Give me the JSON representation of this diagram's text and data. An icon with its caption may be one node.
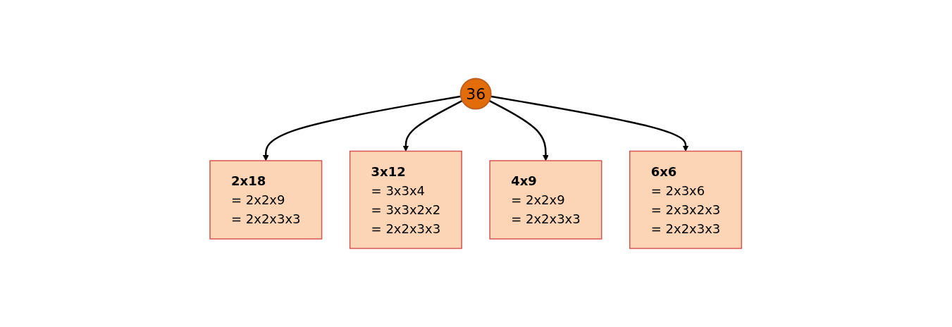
{
  "diagram": {
    "nodes": [
      {
        "text": [
          "36"
        ]
      },
      {
        "text": [
          "2x18",
          "= 2x2x9",
          "= 2x2x3x3"
        ]
      },
      {
        "text": [
          "3x12",
          "= 3x3x4",
          "= 3x3x2x2",
          "= 2x2x3x3"
        ]
      },
      {
        "text": [
          "4x9",
          "= 2x2x9",
          "= 2x2x3x3"
        ]
      },
      {
        "text": [
          "6x6",
          "= 2x3x6",
          "= 2x3x2x3",
          "= 2x2x3x3"
        ]
      }
    ],
    "edges": [
      {
        "from": 0,
        "to": 1,
        "arrow": "to"
      },
      {
        "from": 0,
        "to": 2,
        "arrow": "to"
      },
      {
        "from": 0,
        "to": 3,
        "arrow": "to"
      },
      {
        "from": 0,
        "to": 4,
        "arrow": "to"
      }
    ]
  }
}
